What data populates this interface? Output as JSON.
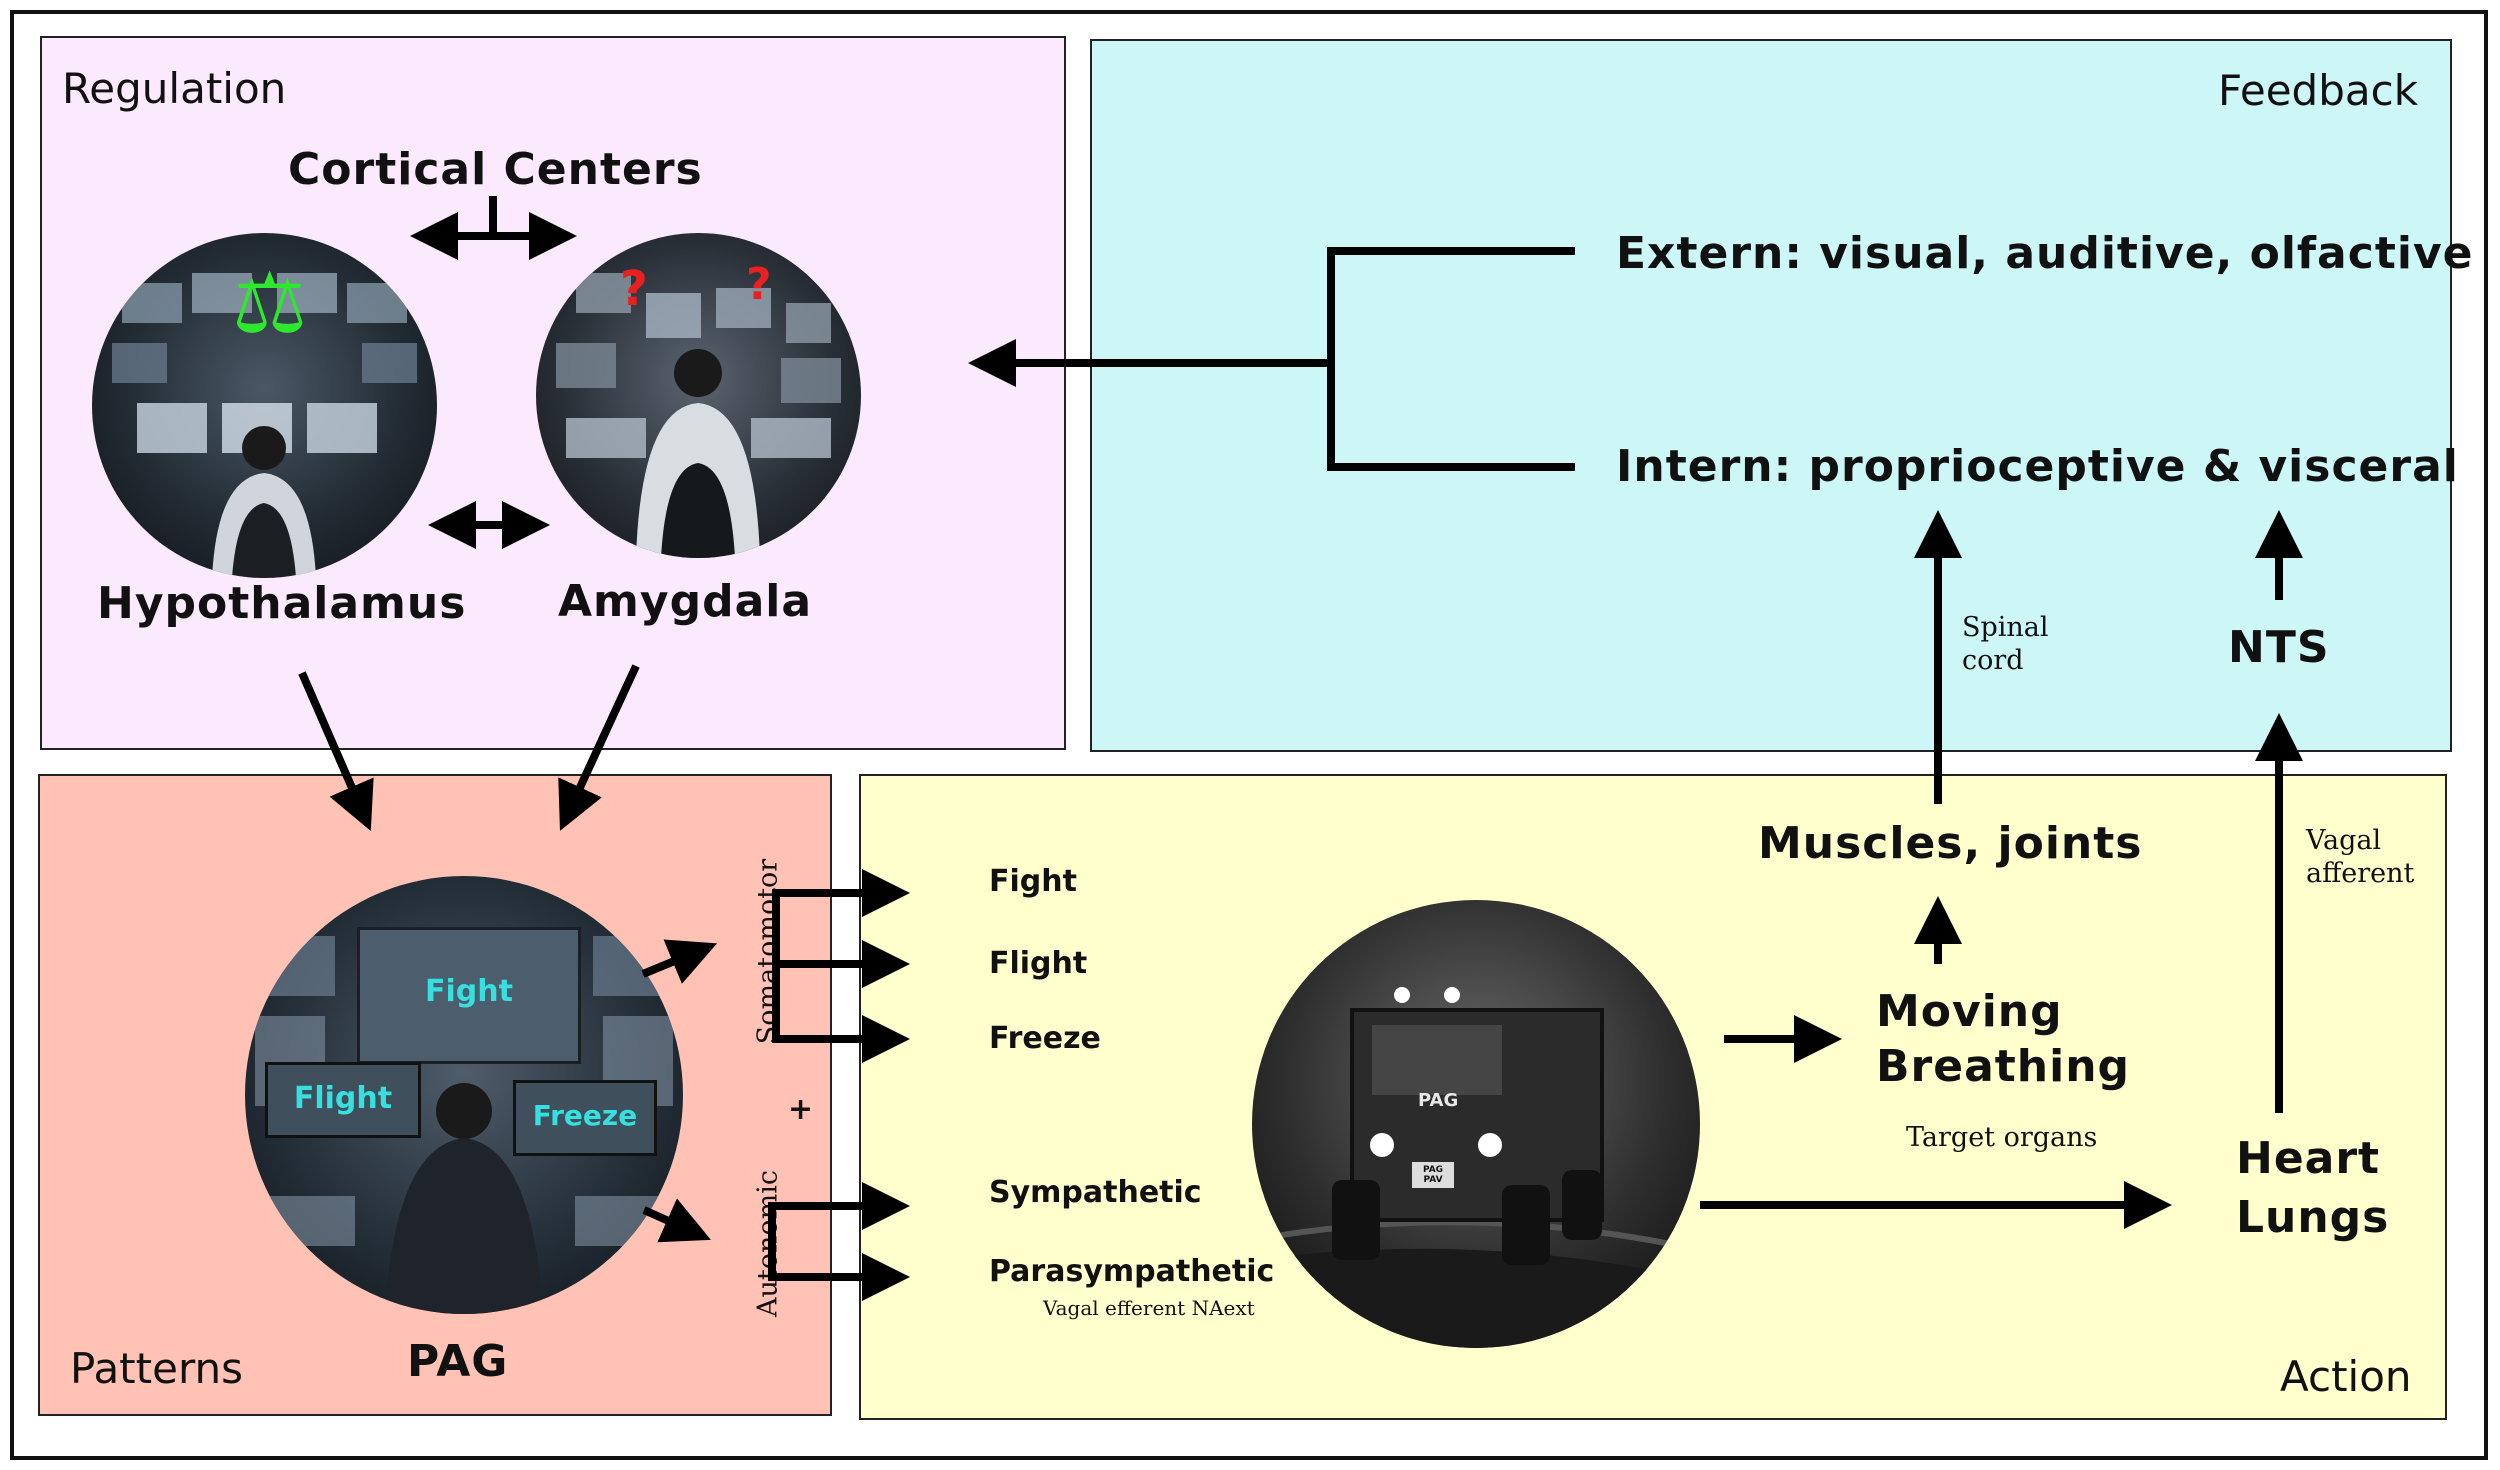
{
  "panels": {
    "regulation": "Regulation",
    "feedback": "Feedback",
    "patterns": "Patterns",
    "action": "Action"
  },
  "regulation": {
    "cortical": "Cortical Centers",
    "hypothalamus": "Hypothalamus",
    "amygdala": "Amygdala",
    "scale_symbol": "⚖",
    "question_marks": [
      "?",
      "?"
    ]
  },
  "feedback": {
    "extern": "Extern: visual, auditive, olfactive",
    "intern": "Intern: proprioceptive & visceral",
    "spinal_cord": [
      "Spinal",
      "cord"
    ],
    "nts": "NTS",
    "vagal_afferent": [
      "Vagal",
      "afferent"
    ]
  },
  "patterns": {
    "pag": "PAG",
    "screens": [
      "Fight",
      "Flight",
      "Freeze"
    ],
    "somatomotor": "Somatomotor",
    "autonomic": "Autonomic",
    "plus": "+"
  },
  "action": {
    "fight": "Fight",
    "flight": "Flight",
    "freeze": "Freeze",
    "sympathetic": "Sympathetic",
    "parasympathetic": "Parasympathetic",
    "vagal_efferent": "Vagal efferent NAext",
    "truck_label": "PAG",
    "plate": "PAG PAV",
    "muscles": "Muscles, joints",
    "moving": "Moving",
    "breathing": "Breathing",
    "target_organs": "Target organs",
    "heart": "Heart",
    "lungs": "Lungs"
  },
  "colors": {
    "regulation_bg": "#fbe9fd",
    "feedback_bg": "#cdf6f6",
    "patterns_bg": "#ffc2b4",
    "action_bg": "#ffffce",
    "screen_text": "#36e0e0",
    "scale_green": "#2ee82e",
    "question_red": "#e82020"
  }
}
